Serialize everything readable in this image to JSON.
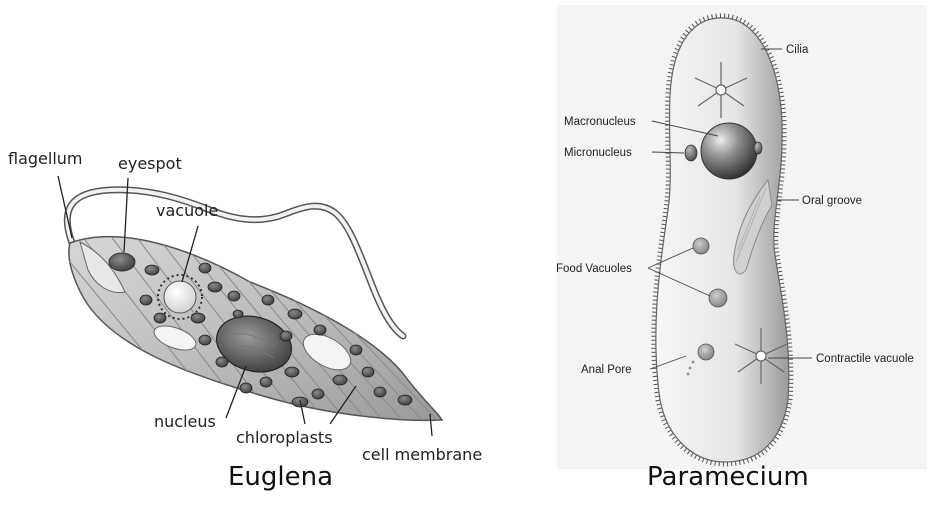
{
  "euglena": {
    "caption": "Euglena",
    "labels": {
      "flagellum": "flagellum",
      "eyespot": "eyespot",
      "vacuole": "vacuole",
      "nucleus": "nucleus",
      "chloroplasts": "chloroplasts",
      "cell_membrane": "cell membrane"
    }
  },
  "paramecium": {
    "caption": "Paramecium",
    "labels": {
      "cilia": "Cilia",
      "macronucleus": "Macronucleus",
      "micronucleus": "Micronucleus",
      "oral_groove": "Oral groove",
      "food_vacuoles": "Food Vacuoles",
      "anal_pore": "Anal Pore",
      "contractile_vacuole": "Contractile vacuole"
    }
  }
}
